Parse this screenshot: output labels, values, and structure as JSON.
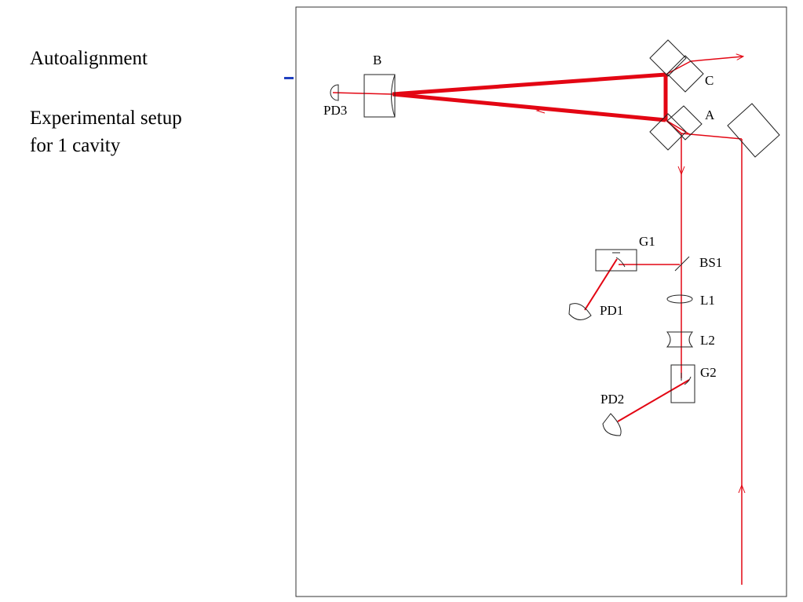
{
  "slide": {
    "title": "Autoalignment",
    "subtitle_line1": "Experimental setup",
    "subtitle_line2": "for 1 cavity"
  },
  "diagram": {
    "labels": {
      "B": "B",
      "PD3": "PD3",
      "C": "C",
      "A": "A",
      "G1": "G1",
      "BS1": "BS1",
      "L1": "L1",
      "PD1": "PD1",
      "L2": "L2",
      "G2": "G2",
      "PD2": "PD2"
    }
  },
  "colors": {
    "beam": "#e30613",
    "accent": "#1f3fbf"
  }
}
